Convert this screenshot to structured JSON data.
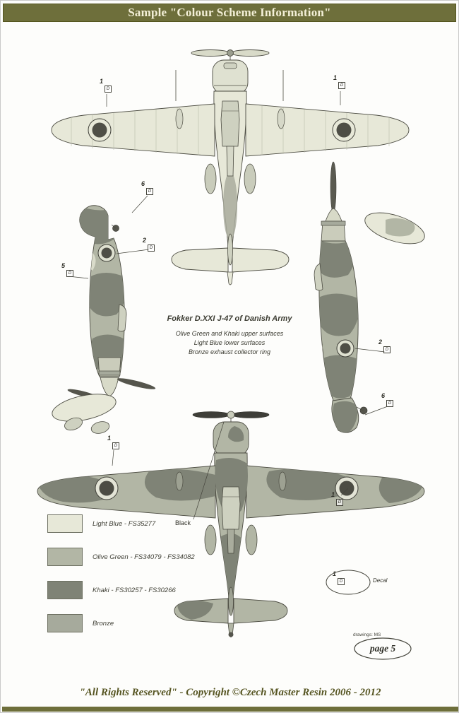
{
  "page": {
    "accent": "#6e6f3b",
    "header_title": "Sample \"Colour Scheme Information\"",
    "footer_text": "\"All Rights Reserved\" - Copyright ©Czech Master Resin 2006 - 2012"
  },
  "caption": {
    "title": "Fokker D.XXI J-47 of Danish Army",
    "lines": [
      "Olive Green and Khaki upper surfaces",
      "Light Blue lower surfaces",
      "Bronze exhaust collector ring"
    ]
  },
  "legend": {
    "items": [
      {
        "label": "Light Blue - FS35277",
        "color": "#e7e8d8"
      },
      {
        "label": "Olive Green - FS34079 - FS34082",
        "color": "#b2b6a5"
      },
      {
        "label": "Khaki - FS30257 - FS30266",
        "color": "#7f8376"
      },
      {
        "label": "Bronze",
        "color": "#a6aa9c"
      }
    ]
  },
  "labels": {
    "black": "Black",
    "decal": "Decal",
    "drawings_credit": "drawings: MS",
    "page": "page 5"
  },
  "markers": [
    {
      "number": "1",
      "box": "D"
    },
    {
      "number": "1",
      "box": "D"
    },
    {
      "number": "6",
      "box": "D"
    },
    {
      "number": "2",
      "box": "D"
    },
    {
      "number": "5",
      "box": "D"
    },
    {
      "number": "2",
      "box": "D"
    },
    {
      "number": "6",
      "box": "D"
    },
    {
      "number": "1",
      "box": "D"
    },
    {
      "number": "1",
      "box": "D"
    },
    {
      "number": "1",
      "box": "D"
    }
  ]
}
